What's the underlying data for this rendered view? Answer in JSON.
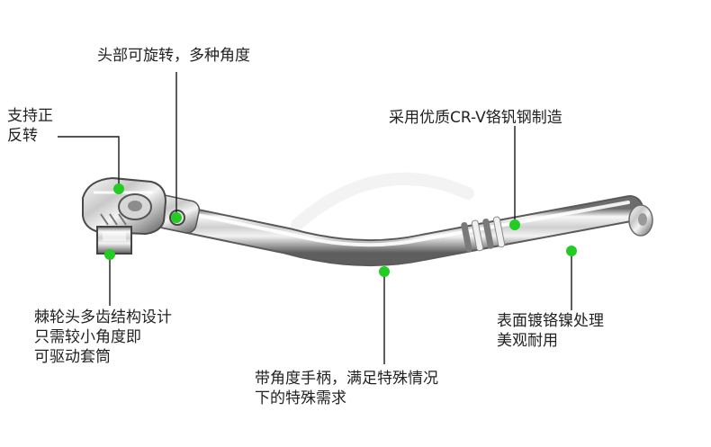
{
  "colors": {
    "leader_line": "#1a1a1a",
    "marker_dot": "#22cc22",
    "chrome_light": "#f4f4f4",
    "chrome_mid": "#bdbdbd",
    "chrome_dark": "#6b6b6b"
  },
  "callouts": {
    "rotating_head": {
      "line1": "头部可旋转，多种角度"
    },
    "forward_reverse": {
      "line1": "支持正",
      "line2": "反转"
    },
    "material": {
      "line1": "采用优质CR-V铬钒钢制造"
    },
    "ratchet_gear": {
      "line1": "棘轮头多齿结构设计",
      "line2": "只需较小角度即",
      "line3": "可驱动套筒"
    },
    "surface_finish": {
      "line1": "表面镀铬镍处理",
      "line2": "美观耐用"
    },
    "angled_handle": {
      "line1": "带角度手柄，满足特殊情况",
      "line2": "下的特殊需求"
    }
  }
}
